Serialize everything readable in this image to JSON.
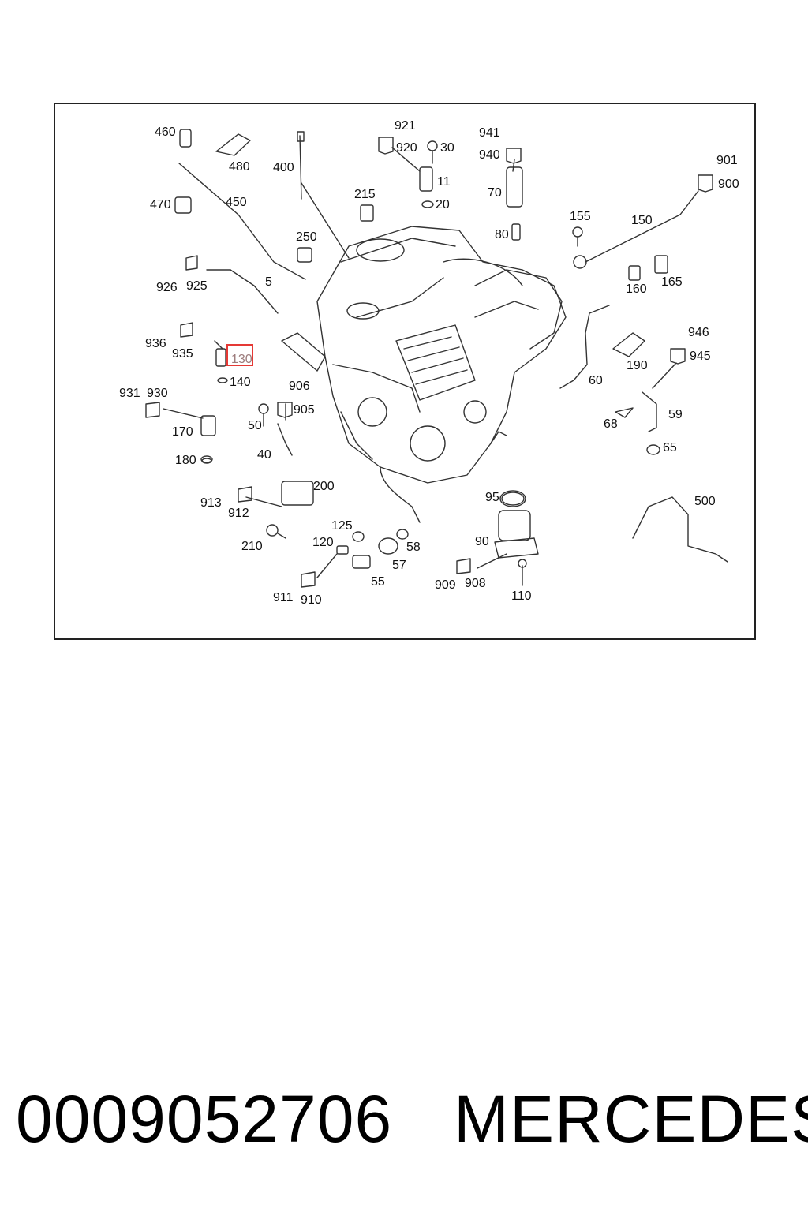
{
  "diagram": {
    "labels": [
      "460",
      "480",
      "400",
      "921",
      "920",
      "30",
      "941",
      "940",
      "901",
      "900",
      "470",
      "450",
      "215",
      "11",
      "20",
      "70",
      "155",
      "150",
      "250",
      "80",
      "926",
      "925",
      "5",
      "160",
      "165",
      "936",
      "935",
      "130",
      "946",
      "945",
      "140",
      "190",
      "60",
      "931",
      "930",
      "906",
      "905",
      "68",
      "59",
      "170",
      "50",
      "65",
      "180",
      "40",
      "200",
      "95",
      "500",
      "913",
      "912",
      "125",
      "120",
      "58",
      "90",
      "210",
      "57",
      "909",
      "908",
      "911",
      "910",
      "55",
      "110"
    ],
    "highlighted_label": "130"
  },
  "footer": {
    "part_number": "0009052706",
    "brand": "MERCEDES"
  }
}
